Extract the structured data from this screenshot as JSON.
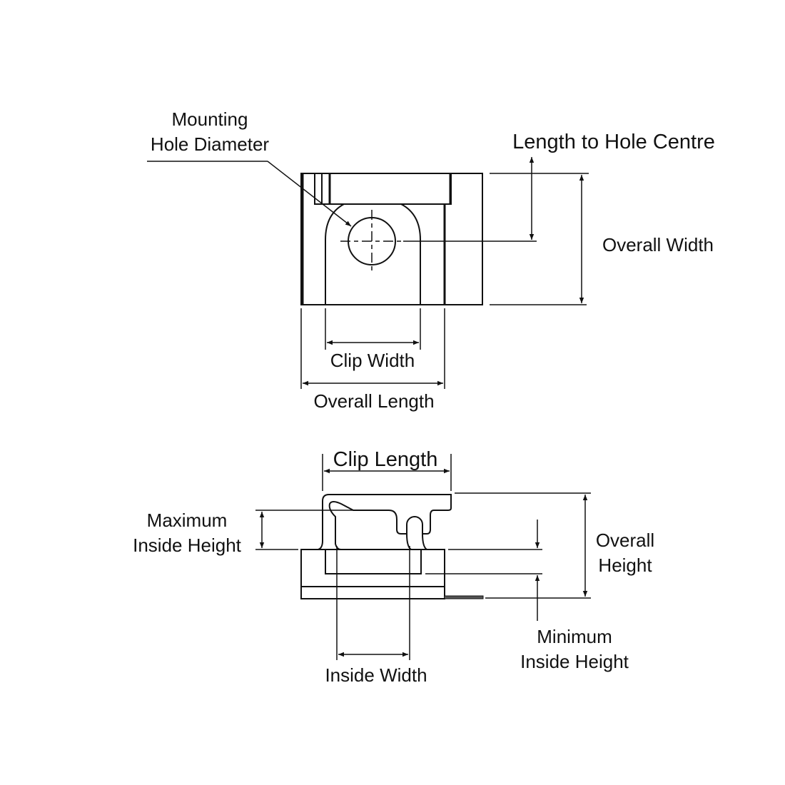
{
  "top_view": {
    "mounting_hole_line1": "Mounting",
    "mounting_hole_line2": "Hole Diameter",
    "length_to_hole_centre": "Length to Hole Centre",
    "overall_width": "Overall Width",
    "clip_width": "Clip Width",
    "overall_length": "Overall Length"
  },
  "side_view": {
    "clip_length": "Clip Length",
    "max_inside_height_line1": "Maximum",
    "max_inside_height_line2": "Inside Height",
    "overall_height_line1": "Overall",
    "overall_height_line2": "Height",
    "min_inside_height_line1": "Minimum",
    "min_inside_height_line2": "Inside Height",
    "inside_width": "Inside Width"
  }
}
